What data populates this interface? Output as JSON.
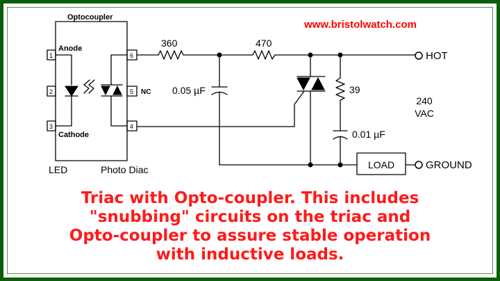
{
  "website": "www.bristolwatch.com",
  "optocoupler": {
    "title": "Optocoupler",
    "pins": [
      "1",
      "2",
      "3",
      "4",
      "5",
      "6"
    ],
    "anode": "Anode",
    "cathode": "Cathode",
    "nc": "NC",
    "led_label": "LED",
    "diac_label": "Photo Diac"
  },
  "components": {
    "r1": "360",
    "r2": "470",
    "r3": "39",
    "c1": "0.05 µF",
    "c2": "0.01 µF",
    "load": "LOAD"
  },
  "terminals": {
    "hot": "HOT",
    "ground": "GROUND",
    "voltage_line1": "240",
    "voltage_line2": "VAC"
  },
  "caption": [
    "Triac with Opto-coupler. This includes",
    "\"snubbing\" circuits on the triac and",
    "Opto-coupler to assure stable operation",
    "with inductive loads."
  ],
  "colors": {
    "border": "#0b5e0b",
    "caption": "#ff1a1a",
    "website": "#ff0000",
    "wire": "#000000"
  }
}
